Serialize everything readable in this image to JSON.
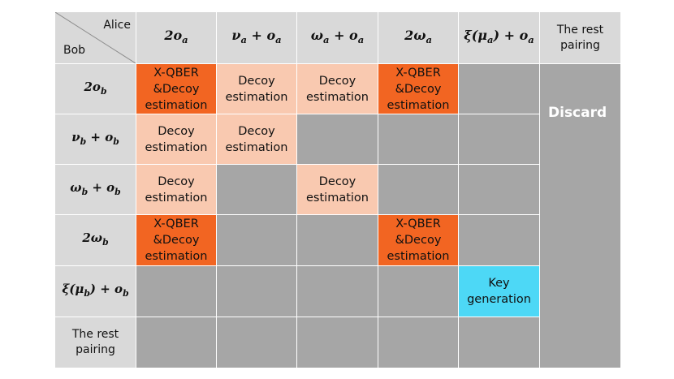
{
  "corner": {
    "top": "Alice",
    "bottom": "Bob"
  },
  "columns": [
    "2o_a",
    "ν_a + o_a",
    "ω_a + o_a",
    "2ω_a",
    "ξ(μ_a) + o_a",
    "The rest pairing"
  ],
  "rows": [
    "2o_b",
    "ν_b + o_b",
    "ω_b + o_b",
    "2ω_b",
    "ξ(μ_b) + o_b",
    "The rest pairing"
  ],
  "cells": {
    "r1c1": "X-QBER &Decoy estimation",
    "r1c2": "Decoy estimation",
    "r1c3": "Decoy estimation",
    "r1c4": "X-QBER &Decoy estimation",
    "r2c1": "Decoy estimation",
    "r2c2": "Decoy estimation",
    "r3c1": "Decoy estimation",
    "r3c3": "Decoy estimation",
    "r4c1": "X-QBER &Decoy estimation",
    "r4c4": "X-QBER &Decoy estimation",
    "r5c5": "Key generation"
  },
  "discard": "Discard",
  "colors": {
    "header": "#d9d9d9",
    "qber": "#f26522",
    "decoy": "#f9c9b0",
    "key": "#4dd8f6",
    "discard": "#a6a6a6"
  }
}
